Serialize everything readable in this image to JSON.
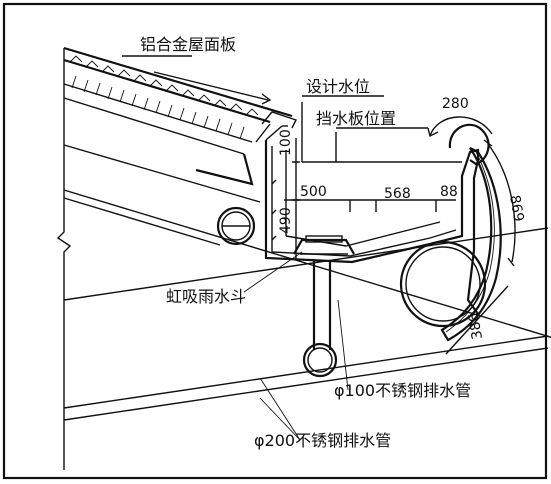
{
  "colors": {
    "ink": "#111111",
    "paper": "#ffffff"
  },
  "labels": {
    "roof_panel": "铝合金屋面板",
    "design_water_level": "设计水位",
    "baffle_position": "挡水板位置",
    "siphon_drain": "虹吸雨水斗",
    "pipe_100": "φ100不锈钢排水管",
    "pipe_200": "φ200不锈钢排水管"
  },
  "dimensions": {
    "d280": "280",
    "d869": "869",
    "d100": "100",
    "d490": "490",
    "d500": "500",
    "d568": "568",
    "d88": "88",
    "d386": "386"
  }
}
